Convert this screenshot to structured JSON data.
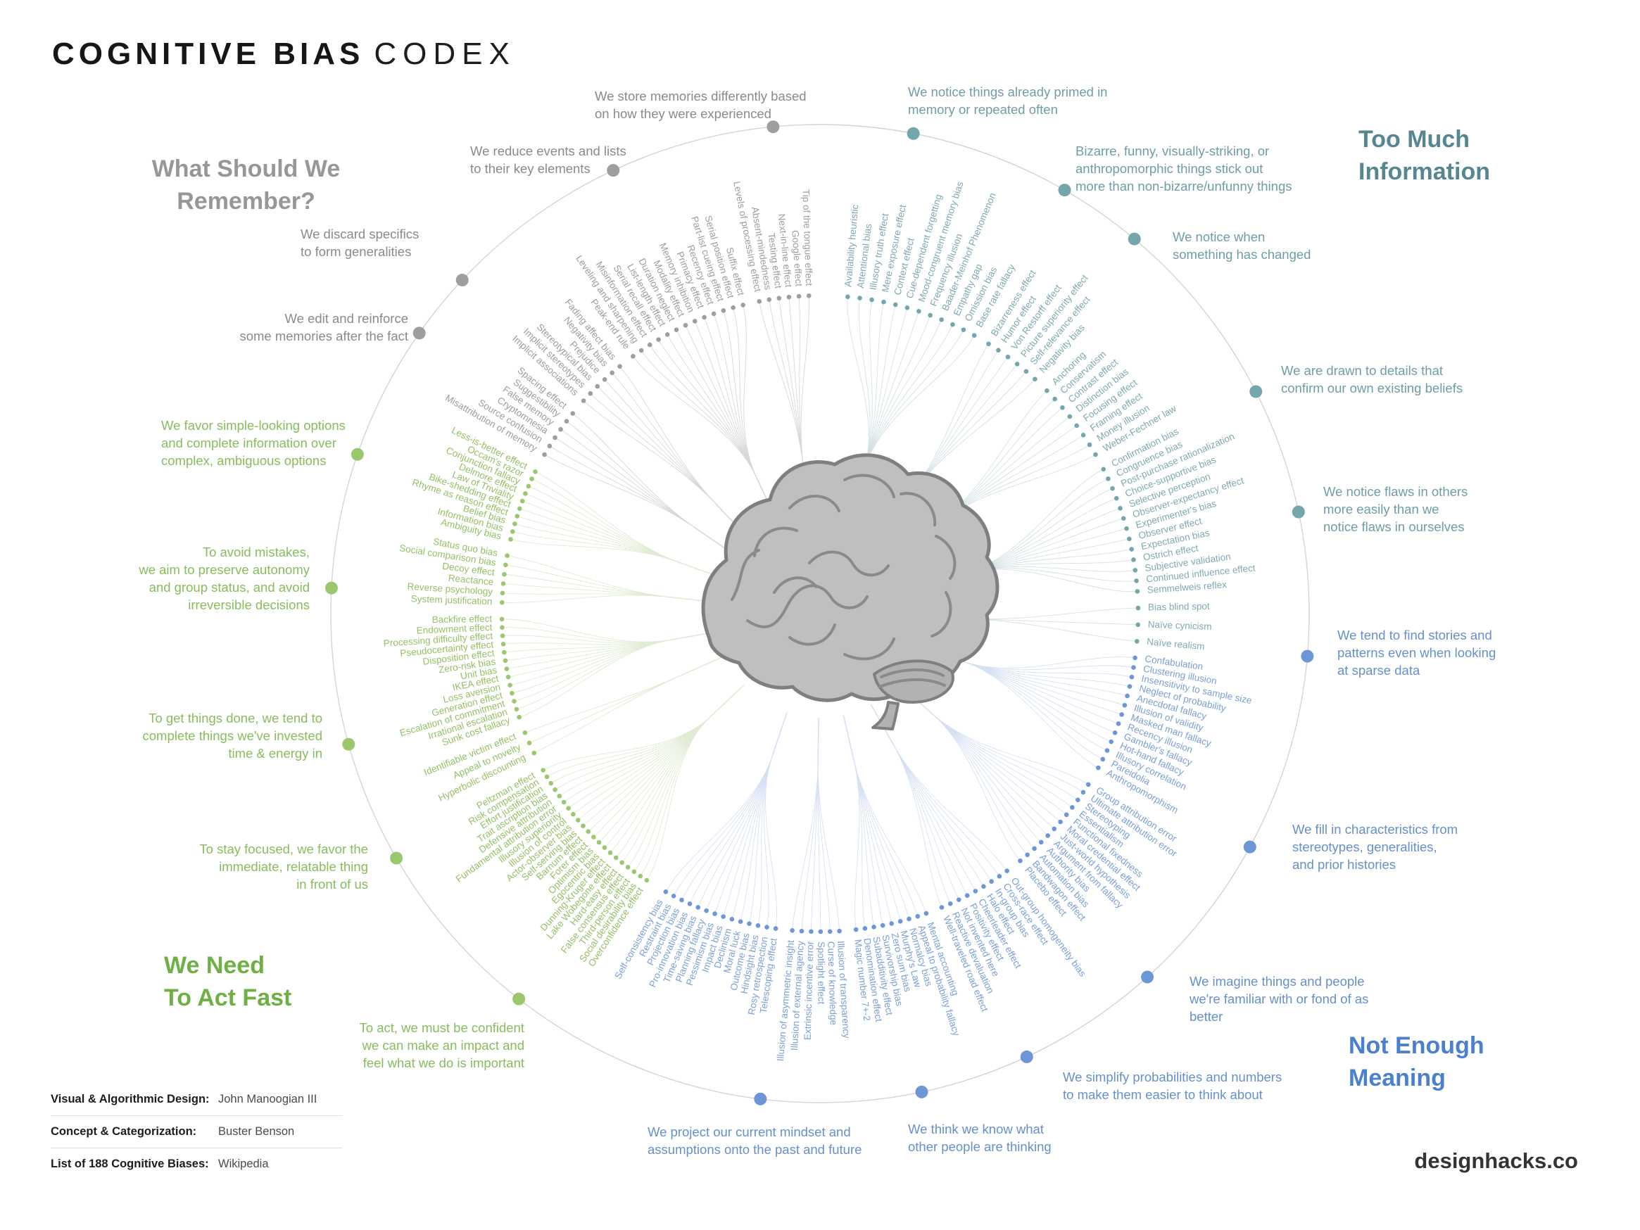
{
  "title": {
    "bold": "COGNITIVE BIAS",
    "light": "CODEX"
  },
  "watermark": "designhacks.co",
  "credits": [
    {
      "label": "Visual & Algorithmic Design:",
      "value": "John Manoogian III"
    },
    {
      "label": "Concept & Categorization:",
      "value": "Buster Benson"
    },
    {
      "label": "List of 188 Cognitive Biases:",
      "value": "Wikipedia"
    }
  ],
  "center_icon": "brain-illustration",
  "categories": [
    {
      "id": "memory",
      "header": [
        "What Should We",
        "Remember?"
      ],
      "colors": {
        "header": "#979797",
        "desc": "#8a8a8a",
        "bias": "#9d9d9d",
        "node": "#9e9e9e",
        "line": "#d8d8d8"
      },
      "clusters": [
        {
          "id": "edit",
          "desc": [
            "We edit and reinforce",
            "some memories after the fact"
          ],
          "biases": [
            "Misattribution of memory",
            "Source confusion",
            "Cryptomnesia",
            "False memory",
            "Suggestibility",
            "Spacing effect"
          ]
        },
        {
          "id": "discard",
          "desc": [
            "We discard specifics",
            "to form generalities"
          ],
          "biases": [
            "Implicit associations",
            "Implicit stereotypes",
            "Stereotypical bias",
            "Prejudice",
            "Negativity bias",
            "Fading affect bias"
          ]
        },
        {
          "id": "reduce",
          "desc": [
            "We reduce events and lists",
            "to their key elements"
          ],
          "biases": [
            "Peak-end rule",
            "Leveling and sharpening",
            "Misinformation effect",
            "Serial recall effect",
            "List-length effect",
            "Duration neglect",
            "Modality effect",
            "Memory inhibition",
            "Primacy effect",
            "Recency effect",
            "Part-list cueing effect",
            "Serial position effect",
            "Suffix effect"
          ]
        },
        {
          "id": "store",
          "desc": [
            "We store memories differently based",
            "on how they were experienced"
          ],
          "biases": [
            "Levels of processing effect",
            "Absent-mindedness",
            "Testing effect",
            "Next-in-line effect",
            "Google effect",
            "Tip of the tongue effect"
          ]
        }
      ]
    },
    {
      "id": "information",
      "header": [
        "Too Much",
        "Information"
      ],
      "colors": {
        "header": "#56868f",
        "desc": "#6f9da6",
        "bias": "#7fa9b1",
        "node": "#74a6ae",
        "line": "#d3e1e4"
      },
      "clusters": [
        {
          "id": "primed",
          "desc": [
            "We notice things already primed in",
            "memory or repeated often"
          ],
          "biases": [
            "Availability heuristic",
            "Attentional bias",
            "Illusory truth effect",
            "Mere exposure effect",
            "Context effect",
            "Cue-dependent forgetting",
            "Mood-congruent memory bias",
            "Frequency illusion",
            "Baader-Meinhof Phenomenon",
            "Empathy gap",
            "Omission bias",
            "Base rate fallacy"
          ]
        },
        {
          "id": "bizarre",
          "desc": [
            "Bizarre, funny, visually-striking, or",
            "anthropomorphic things stick out",
            "more than non-bizarre/unfunny things"
          ],
          "biases": [
            "Bizarreness effect",
            "Humor effect",
            "Von Restorff effect",
            "Picture superiority effect",
            "Self-relevance effect",
            "Negativity bias"
          ]
        },
        {
          "id": "changed",
          "desc": [
            "We notice when",
            "something has changed"
          ],
          "biases": [
            "Anchoring",
            "Conservatism",
            "Contrast effect",
            "Distinction bias",
            "Focusing effect",
            "Framing effect",
            "Money illusion",
            "Weber-Fechner law"
          ]
        },
        {
          "id": "confirm",
          "desc": [
            "We are drawn to details that",
            "confirm our own existing beliefs"
          ],
          "biases": [
            "Confirmation bias",
            "Congruence bias",
            "Post-purchase rationalization",
            "Choice-supportive bias",
            "Selective perception",
            "Observer-expectancy effect",
            "Experimenter's bias",
            "Observer effect",
            "Expectation bias",
            "Ostrich effect",
            "Subjective validation",
            "Continued influence effect",
            "Semmelweis reflex"
          ]
        },
        {
          "id": "flaws",
          "desc": [
            "We notice flaws in others",
            "more easily than we",
            "notice flaws in ourselves"
          ],
          "biases": [
            "Bias blind spot",
            "Naïve cynicism",
            "Naïve realism"
          ]
        }
      ]
    },
    {
      "id": "meaning",
      "header": [
        "Not Enough",
        "Meaning"
      ],
      "colors": {
        "header": "#4a80ce",
        "desc": "#6590cb",
        "bias": "#7aa0d6",
        "node": "#6d96d7",
        "line": "#d6e0f3"
      },
      "clusters": [
        {
          "id": "stories",
          "desc": [
            "We tend to find stories and",
            "patterns even when looking",
            "at sparse data"
          ],
          "biases": [
            "Confabulation",
            "Clustering illusion",
            "Insensitivity to sample size",
            "Neglect of probability",
            "Anecdotal fallacy",
            "Illusion of validity",
            "Masked man fallacy",
            "Recency illusion",
            "Gambler's fallacy",
            "Hot-hand fallacy",
            "Illusory correlation",
            "Pareidolia",
            "Anthropomorphism"
          ]
        },
        {
          "id": "stereotypes",
          "desc": [
            "We fill in characteristics from",
            "stereotypes, generalities,",
            "and prior histories"
          ],
          "biases": [
            "Group attribution error",
            "Ultimate attribution error",
            "Stereotyping",
            "Essentialism",
            "Functional fixedness",
            "Moral credential effect",
            "Just-world hypothesis",
            "Argument from fallacy",
            "Authority bias",
            "Automation bias",
            "Bandwagon effect",
            "Placebo effect"
          ]
        },
        {
          "id": "familiar",
          "desc": [
            "We imagine things and people",
            "we're familiar with or fond of as",
            "better"
          ],
          "biases": [
            "Out-group homogeneity bias",
            "Cross-race effect",
            "In-group bias",
            "Halo effect",
            "Cheerleader effect",
            "Positivity effect",
            "Not invented here",
            "Reactive devaluation",
            "Well-traveled road effect"
          ]
        },
        {
          "id": "simplify",
          "desc": [
            "We simplify probabilities and numbers",
            "to make them easier to think about"
          ],
          "biases": [
            "Mental accounting",
            "Appeal to probability fallacy",
            "Normalcy bias",
            "Murphy's Law",
            "Zero sum bias",
            "Survivorship bias",
            "Subadditivity effect",
            "Denomination effect",
            "Magic number 7+-2"
          ]
        },
        {
          "id": "think",
          "desc": [
            "We think we know what",
            "other people are thinking"
          ],
          "biases": [
            "Illusion of transparency",
            "Curse of knowledge",
            "Spotlight effect",
            "Extrinsic incentive error",
            "Illusion of external agency",
            "Illusion of asymmetric insight"
          ]
        },
        {
          "id": "project",
          "desc": [
            "We project our current mindset and",
            "assumptions onto the past and future"
          ],
          "biases": [
            "Telescoping effect",
            "Rosy retrospection",
            "Hindsight bias",
            "Outcome bias",
            "Moral luck",
            "Declinism",
            "Impact bias",
            "Pessimism bias",
            "Planning fallacy",
            "Time-saving bias",
            "Pro-innovation bias",
            "Projection bias",
            "Restraint bias",
            "Self-consistency bias"
          ]
        }
      ]
    },
    {
      "id": "act",
      "header": [
        "We Need",
        "To Act Fast"
      ],
      "colors": {
        "header": "#6fb045",
        "desc": "#87bd5c",
        "bias": "#93c164",
        "node": "#9bc76f",
        "line": "#dfebd2"
      },
      "clusters": [
        {
          "id": "confident",
          "desc": [
            "To act, we must be confident",
            "we can make an impact and",
            "feel what we do is important"
          ],
          "biases": [
            "Overconfidence effect",
            "Social desirability bias",
            "Third-person effect",
            "False consensus effect",
            "Hard-easy effect",
            "Lake Wobegone effect",
            "Dunning-Kruger effect",
            "Egocentric bias",
            "Optimism bias",
            "Forer effect",
            "Barnum effect",
            "Self-serving bias",
            "Actor-observer bias",
            "Illusion of control",
            "Illusory superiority",
            "Fundamental attribution error",
            "Defensive attribution",
            "Trait ascription bias",
            "Effort justification",
            "Risk compensation",
            "Peltzman effect"
          ]
        },
        {
          "id": "focused",
          "desc": [
            "To stay focused, we favor the",
            "immediate, relatable thing",
            "in front of us"
          ],
          "biases": [
            "Hyperbolic discounting",
            "Appeal to novelty",
            "Identifiable victim effect"
          ]
        },
        {
          "id": "invested",
          "desc": [
            "To get things done, we tend to",
            "complete things we've invested",
            "time & energy in"
          ],
          "biases": [
            "Sunk cost fallacy",
            "Irrational escalation",
            "Escalation of commitment",
            "Generation effect",
            "Loss aversion",
            "IKEA effect",
            "Unit bias",
            "Zero-risk bias",
            "Disposition effect",
            "Pseudocertainty effect",
            "Processing difficulty effect",
            "Endowment effect",
            "Backfire effect"
          ]
        },
        {
          "id": "avoid",
          "desc": [
            "To avoid mistakes,",
            "we aim to preserve autonomy",
            "and group status, and avoid",
            "irreversible decisions"
          ],
          "biases": [
            "System justification",
            "Reverse psychology",
            "Reactance",
            "Decoy effect",
            "Social comparison bias",
            "Status quo bias"
          ]
        },
        {
          "id": "simple",
          "desc": [
            "We favor simple-looking options",
            "and complete information over",
            "complex, ambiguous options"
          ],
          "biases": [
            "Ambiguity bias",
            "Information bias",
            "Belief bias",
            "Rhyme as reason effect",
            "Bike-shedding effect",
            "Law of Triviality",
            "Delmore effect",
            "Conjunction fallacy",
            "Occam's razor",
            "Less-is-better effect"
          ]
        }
      ]
    }
  ]
}
